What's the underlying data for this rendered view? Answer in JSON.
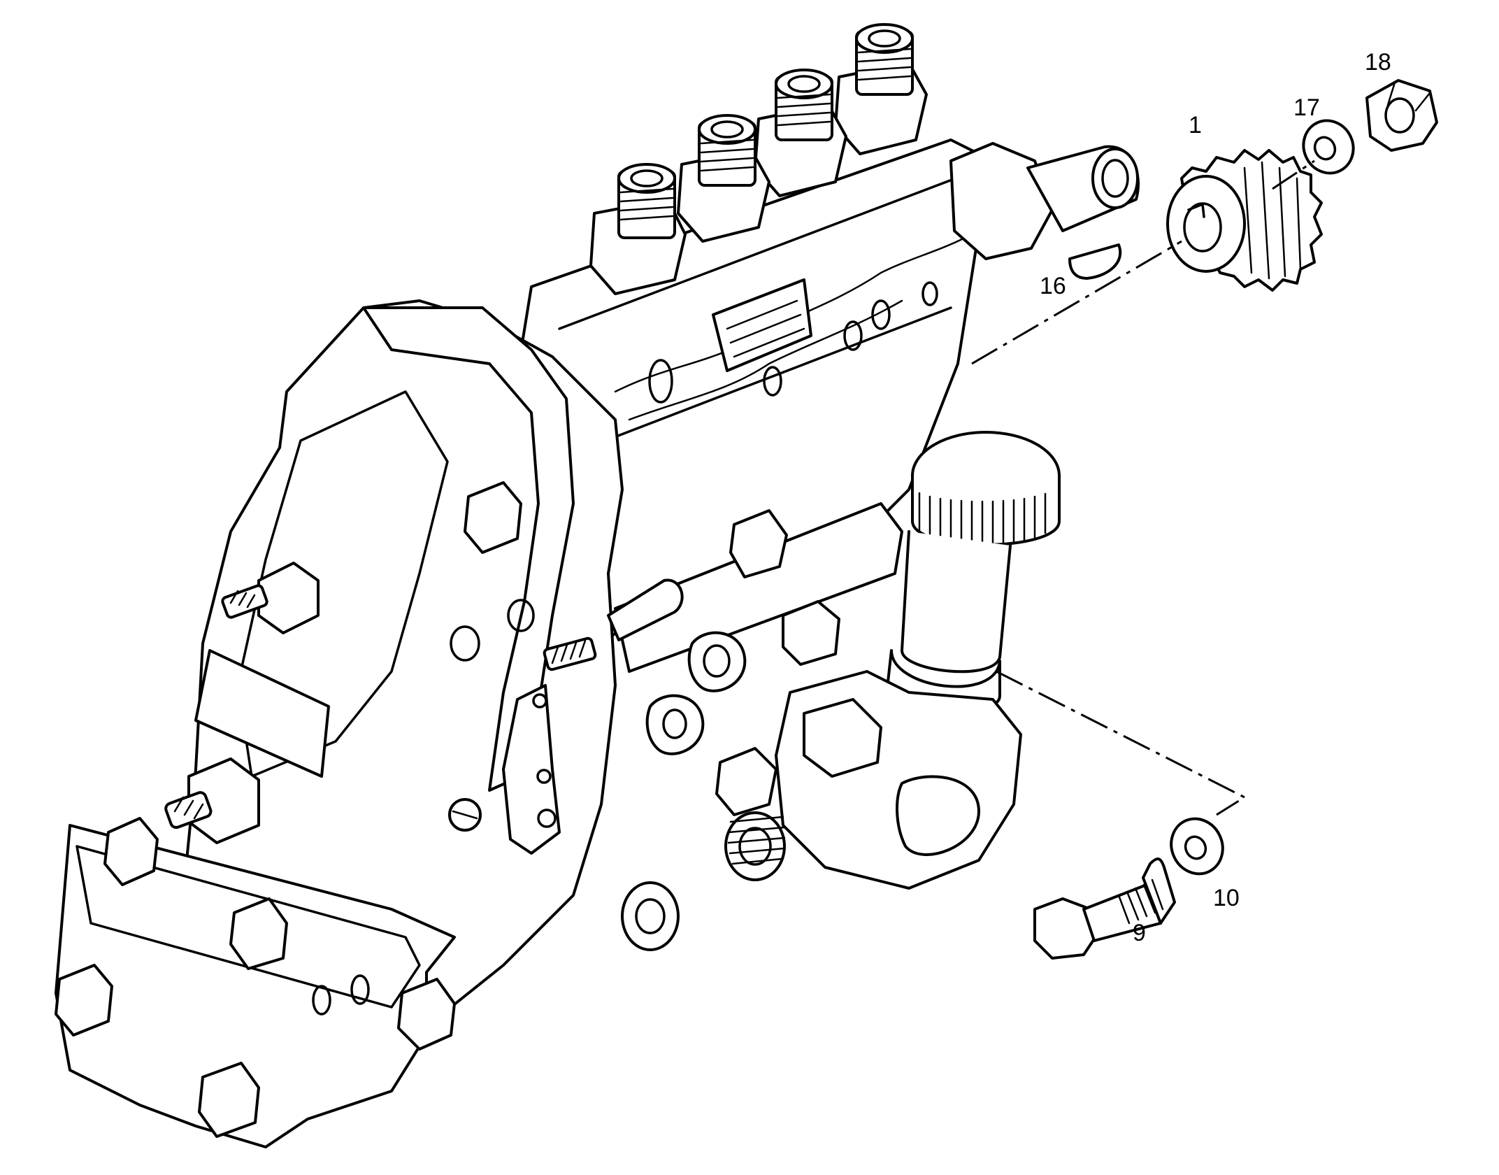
{
  "callouts": {
    "part_1": "1",
    "part_9": "9",
    "part_10": "10",
    "part_16": "16",
    "part_17": "17",
    "part_18": "18"
  }
}
